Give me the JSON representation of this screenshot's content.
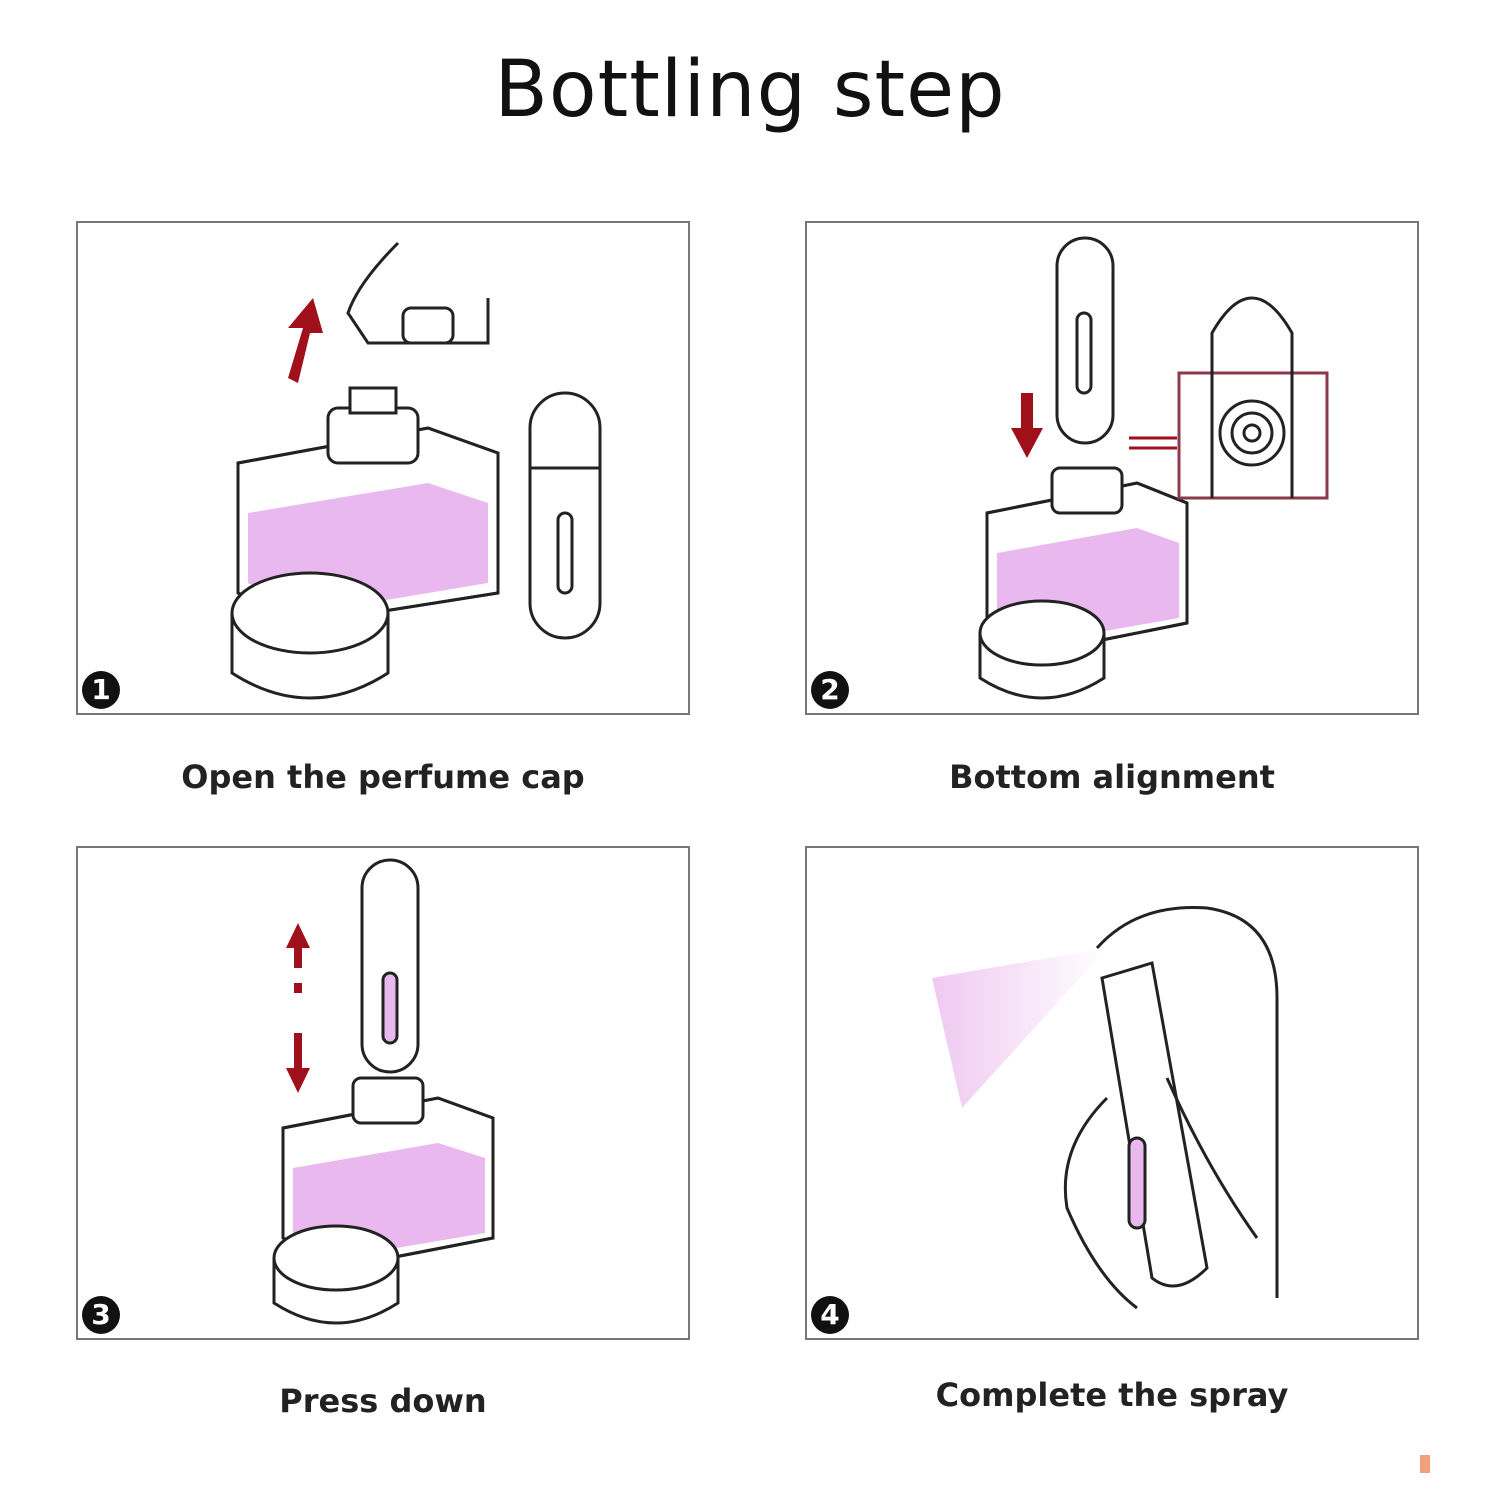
{
  "title": "Bottling step",
  "steps": [
    {
      "number": "1",
      "caption": "Open the perfume cap"
    },
    {
      "number": "2",
      "caption": "Bottom alignment"
    },
    {
      "number": "3",
      "caption": "Press down"
    },
    {
      "number": "4",
      "caption": "Complete the spray"
    }
  ],
  "colors": {
    "liquid": "#e9b8ee",
    "arrow": "#a0101a",
    "frame": "#777777"
  }
}
